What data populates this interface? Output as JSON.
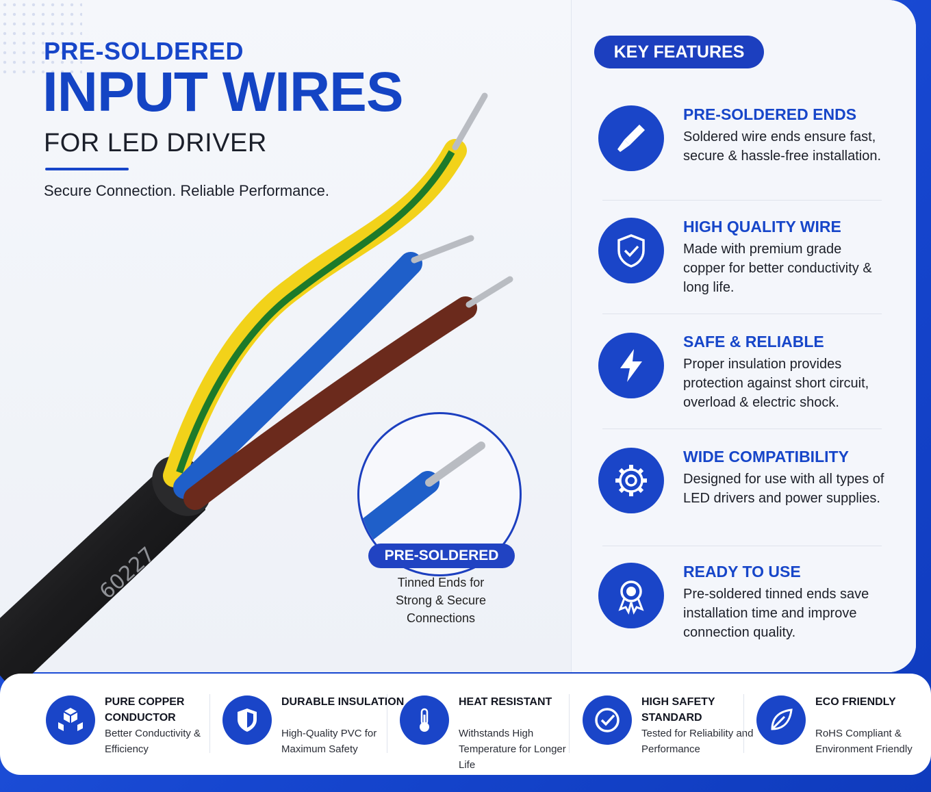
{
  "header": {
    "kicker": "PRE-SOLDERED",
    "title": "INPUT WIRES",
    "subtitle": "FOR LED DRIVER",
    "tagline": "Secure Connection. Reliable Performance."
  },
  "cable": {
    "print": "60227"
  },
  "callout": {
    "badge": "PRE-SOLDERED",
    "line1": "Tinned Ends for",
    "line2": "Strong & Secure",
    "line3": "Connections"
  },
  "key_features": {
    "badge": "KEY FEATURES",
    "items": [
      {
        "title": "PRE-SOLDERED ENDS",
        "icon": "soldering-iron-icon",
        "desc": "Soldered wire ends ensure fast, secure & hassle-free installation."
      },
      {
        "title": "HIGH QUALITY WIRE",
        "icon": "shield-check-icon",
        "desc": "Made with premium grade copper for better conductivity & long life."
      },
      {
        "title": "SAFE & RELIABLE",
        "icon": "lightning-icon",
        "desc": "Proper insulation provides protection against short circuit, overload & electric shock."
      },
      {
        "title": "WIDE COMPATIBILITY",
        "icon": "gear-icon",
        "desc": "Designed for use with all types of LED drivers and power supplies."
      },
      {
        "title": "READY TO USE",
        "icon": "award-badge-icon",
        "desc": "Pre-soldered tinned ends save installation time and improve connection quality."
      }
    ]
  },
  "bottom": {
    "items": [
      {
        "title": "PURE COPPER CONDUCTOR",
        "icon": "cubes-icon",
        "desc": "Better Conductivity & Efficiency"
      },
      {
        "title": "DURABLE INSULATION",
        "icon": "shield-icon",
        "desc": "High-Quality PVC for Maximum Safety"
      },
      {
        "title": "HEAT RESISTANT",
        "icon": "thermometer-icon",
        "desc": "Withstands High Temperature for Longer Life"
      },
      {
        "title": "HIGH SAFETY STANDARD",
        "icon": "check-circle-icon",
        "desc": "Tested for Reliability and Performance"
      },
      {
        "title": "ECO FRIENDLY",
        "icon": "leaf-icon",
        "desc": "RoHS Compliant & Environment Friendly"
      }
    ]
  },
  "colors": {
    "accent": "#1746c9",
    "wire_yellow": "#f2d21a",
    "wire_green": "#1d7a2a",
    "wire_blue": "#1f5fc9",
    "wire_brown": "#6b2a1c",
    "cable_black": "#1b1b1d"
  }
}
